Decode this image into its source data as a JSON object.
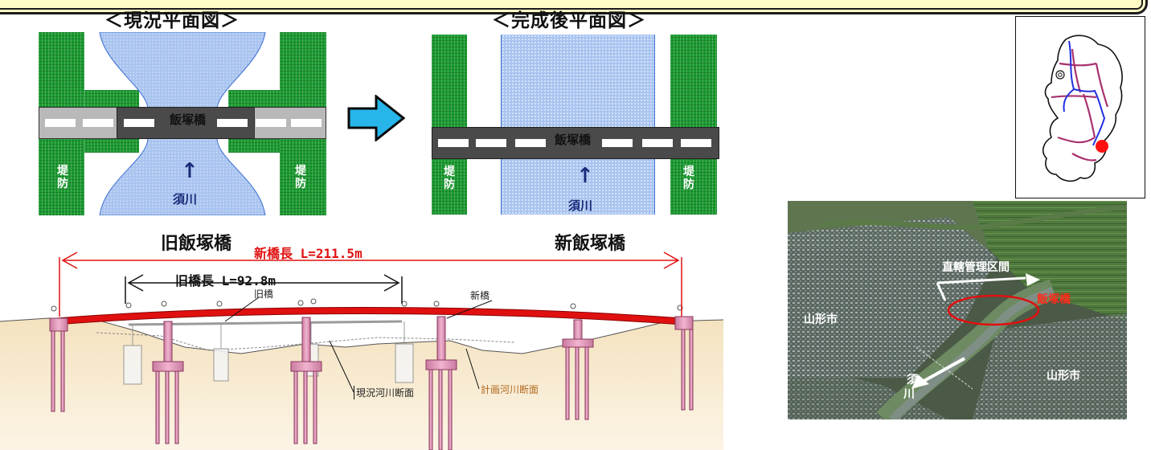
{
  "current_plan": {
    "title": "＜現況平面図＞",
    "bridge_name": "飯塚橋",
    "river_name": "須川",
    "levee_label": "堤防",
    "caption": "旧飯塚橋"
  },
  "completed_plan": {
    "title": "＜完成後平面図＞",
    "bridge_name": "飯塚橋",
    "river_name": "須川",
    "levee_label": "堤防",
    "caption": "新飯塚橋"
  },
  "elevation": {
    "new_length_label": "新橋長 L=211.5m",
    "old_length_label": "旧橋長 L=92.8m",
    "old_bridge_label": "旧橋",
    "new_bridge_label": "新橋",
    "current_section_label": "現況河川断面",
    "planned_section_label": "計画河川断面"
  },
  "aerial": {
    "direct_control_label": "直轄管理区間",
    "bridge_label": "飯塚橋",
    "city_left": "山形市",
    "city_right": "山形市",
    "river_label_1": "須",
    "river_label_2": "川"
  },
  "colors": {
    "grass": "#1a9a2f",
    "river": "#a9c4f0",
    "road": "#4a4a4a",
    "new_bridge": "#e01010",
    "transition_arrow": "#27b5ea",
    "pier": "#e9a0c0",
    "soil": "#e9cfa0"
  },
  "icons": {
    "transition_arrow": "right-arrow-icon",
    "flow_arrow": "up-arrow-icon",
    "map_marker": "red-dot-icon"
  }
}
